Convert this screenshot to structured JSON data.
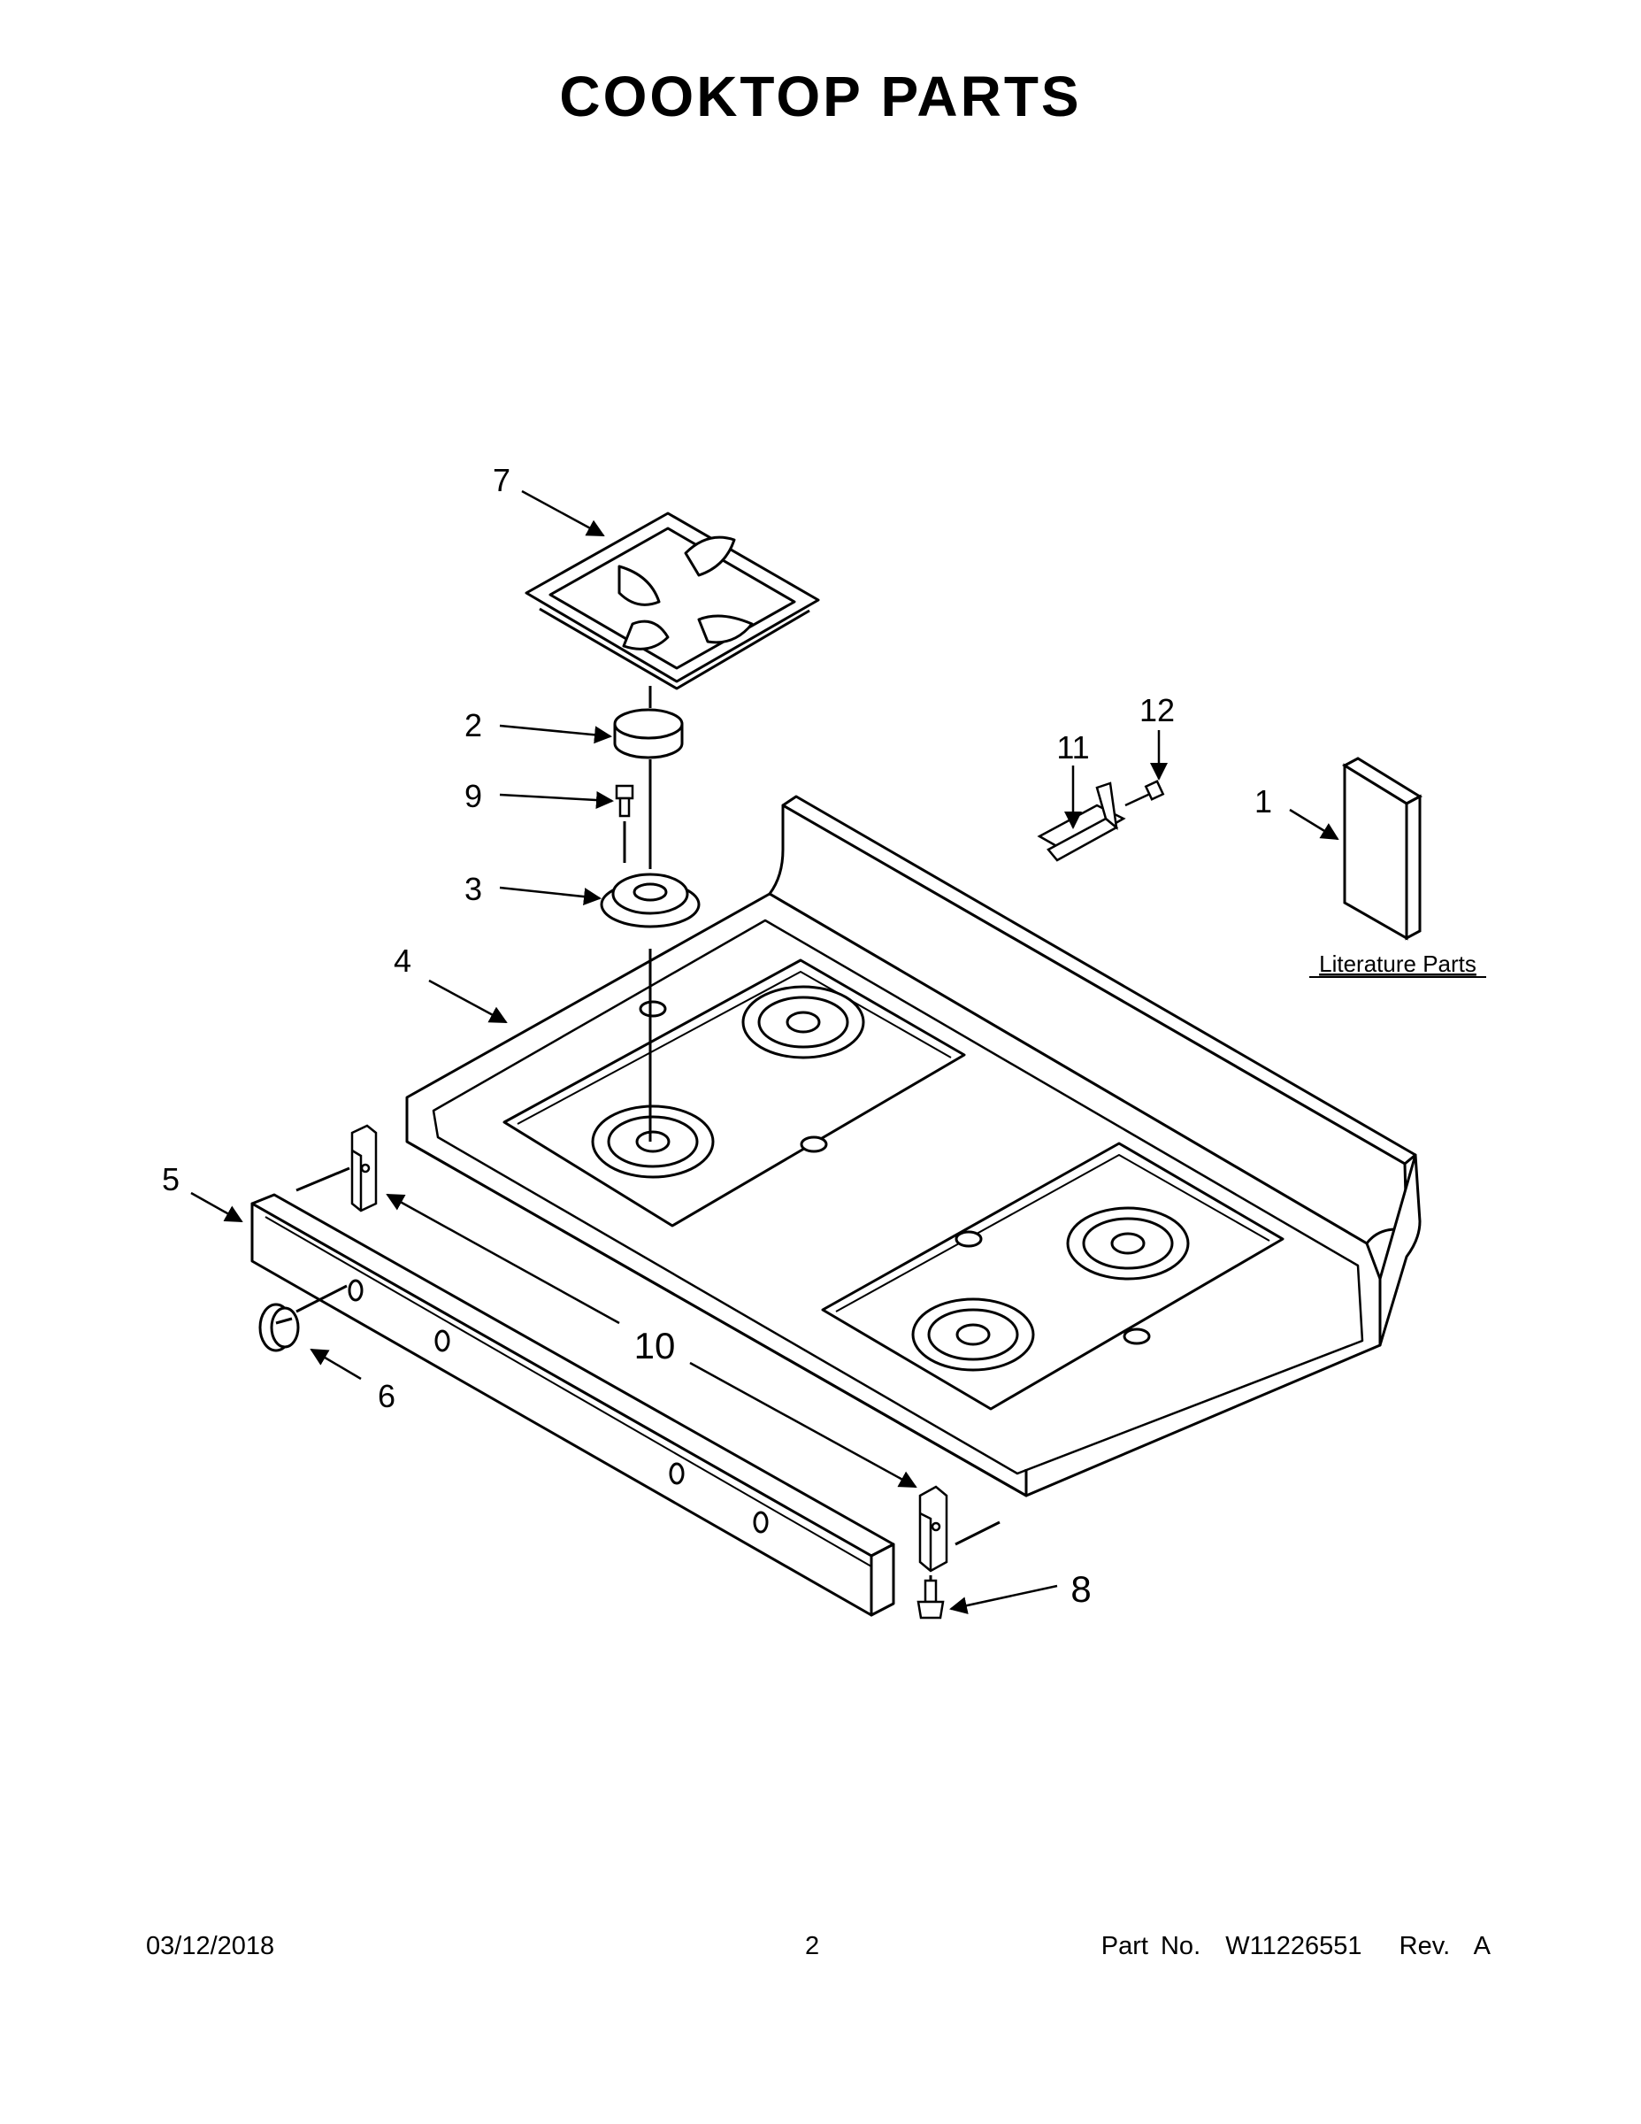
{
  "title": "COOKTOP PARTS",
  "callouts": {
    "c1": "1",
    "c2": "2",
    "c3": "3",
    "c4": "4",
    "c5": "5",
    "c6": "6",
    "c7": "7",
    "c8": "8",
    "c9": "9",
    "c10": "10",
    "c11": "11",
    "c12": "12"
  },
  "literature_label": "Literature Parts",
  "footer": {
    "date": "03/12/2018",
    "page": "2",
    "part_no": "Part No.  W11226551   Rev.  A"
  }
}
